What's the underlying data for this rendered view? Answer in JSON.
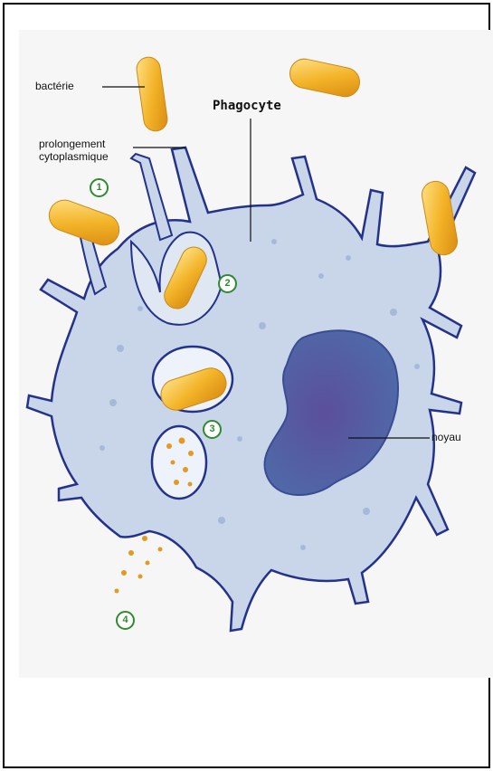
{
  "title": "Phagocyte",
  "labels": {
    "bacteria": "bactérie",
    "extension_line1": "prolongement",
    "extension_line2": "cytoplasmique",
    "nucleus": "noyau"
  },
  "steps": [
    "1",
    "2",
    "3",
    "4"
  ],
  "colors": {
    "cell": "#c9d6ea",
    "membrane": "#24328a",
    "bacteria": "#f0b020",
    "nucleus": "#5a5fa8",
    "step_number": "#2e8b2e"
  }
}
